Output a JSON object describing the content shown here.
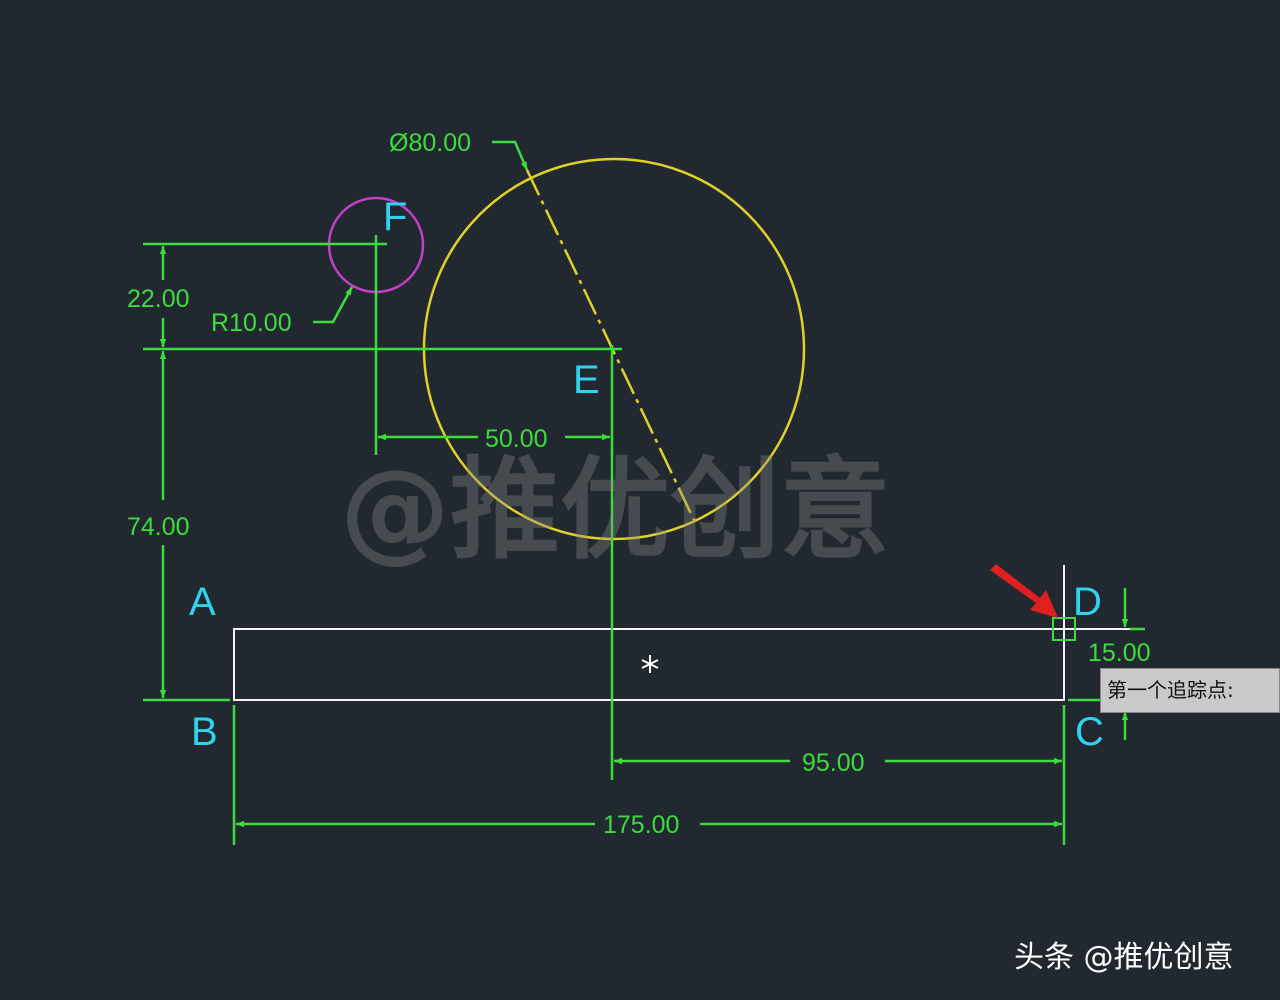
{
  "drawing": {
    "points": {
      "A": "A",
      "B": "B",
      "C": "C",
      "D": "D",
      "E": "E",
      "F": "F"
    },
    "dimensions": {
      "diameter": "Ø80.00",
      "radius": "R10.00",
      "d22": "22.00",
      "d74": "74.00",
      "d50": "50.00",
      "d95": "95.00",
      "d175": "175.00",
      "d15": "15.00"
    },
    "colors": {
      "background": "#212830",
      "dimension": "#3ddc3d",
      "geometry": "#ffffff",
      "large_circle": "#e0d028",
      "small_circle": "#c040c8",
      "labels": "#2fd3ee",
      "marker_arrow": "#e02020"
    }
  },
  "tooltip": {
    "text": "第一个追踪点:"
  },
  "watermark": {
    "text": "@推优创意",
    "brand": "头条 @推优创意"
  }
}
